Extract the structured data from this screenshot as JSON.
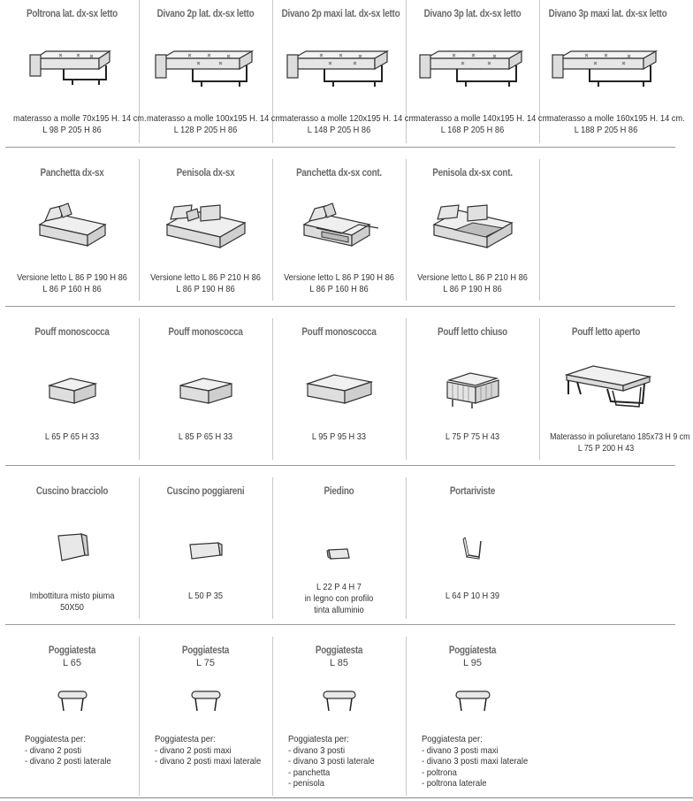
{
  "rows": [
    {
      "cells": [
        {
          "title": "Poltrona lat. dx-sx letto",
          "lines": [
            "materasso a molle 70x195 H. 14 cm.",
            "L 98 P 205 H 86"
          ]
        },
        {
          "title": "Divano 2p lat. dx-sx letto",
          "lines": [
            "materasso a molle 100x195 H. 14 cm.",
            "L 128 P 205 H 86"
          ]
        },
        {
          "title": "Divano 2p maxi lat. dx-sx letto",
          "lines": [
            "materasso a molle 120x195 H. 14 cm.",
            "L 148 P 205 H 86"
          ]
        },
        {
          "title": "Divano 3p lat. dx-sx letto",
          "lines": [
            "materasso a molle 140x195 H. 14 cm.",
            "L 168 P 205 H 86"
          ]
        },
        {
          "title": "Divano 3p maxi lat. dx-sx letto",
          "lines": [
            "materasso a molle 160x195 H. 14 cm.",
            "L 188 P 205 H 86"
          ]
        }
      ]
    },
    {
      "cells": [
        {
          "title": "Panchetta dx-sx",
          "lines": [
            "Versione letto L 86 P 190 H 86",
            "L 86 P 160 H 86"
          ]
        },
        {
          "title": "Penisola dx-sx",
          "lines": [
            "Versione letto L 86 P 210 H 86",
            "L 86 P 190 H 86"
          ]
        },
        {
          "title": "Panchetta dx-sx cont.",
          "lines": [
            "Versione letto L 86 P 190 H 86",
            "L 86 P 160 H 86"
          ]
        },
        {
          "title": "Penisola dx-sx cont.",
          "lines": [
            "Versione letto L 86 P 210 H 86",
            "L 86 P 190 H 86"
          ]
        }
      ]
    },
    {
      "cells": [
        {
          "title": "Pouff monoscocca",
          "lines": [
            "L 65 P 65 H 33"
          ]
        },
        {
          "title": "Pouff monoscocca",
          "lines": [
            "L 85 P 65 H 33"
          ]
        },
        {
          "title": "Pouff monoscocca",
          "lines": [
            "L 95 P 95 H 33"
          ]
        },
        {
          "title": "Pouff letto chiuso",
          "lines": [
            "L 75 P 75 H 43"
          ]
        },
        {
          "title": "Pouff letto aperto",
          "lines": [
            "Materasso in poliuretano 185x73  H 9 cm",
            "L 75 P 200 H 43"
          ]
        }
      ]
    },
    {
      "cells": [
        {
          "title": "Cuscino bracciolo",
          "lines": [
            "Imbottitura misto piuma",
            "50X50"
          ]
        },
        {
          "title": "Cuscino poggiareni",
          "lines": [
            "L 50 P 35"
          ]
        },
        {
          "title": "Piedino",
          "lines": [
            "L 22 P 4 H 7",
            "in legno con profilo",
            "tinta alluminio"
          ]
        },
        {
          "title": "Portariviste",
          "lines": [
            "L 64 P 10 H 39"
          ]
        }
      ]
    },
    {
      "cells": [
        {
          "title": "Poggiatesta",
          "subtitle": "L 65",
          "intro": "Poggiatesta per:",
          "lines": [
            "- divano 2 posti",
            "- divano 2 posti laterale"
          ]
        },
        {
          "title": "Poggiatesta",
          "subtitle": "L 75",
          "intro": "Poggiatesta per:",
          "lines": [
            "- divano 2 posti maxi",
            "- divano 2 posti maxi laterale"
          ]
        },
        {
          "title": "Poggiatesta",
          "subtitle": "L 85",
          "intro": "Poggiatesta per:",
          "lines": [
            "- divano 3 posti",
            "- divano 3 posti laterale",
            "- panchetta",
            "- penisola"
          ]
        },
        {
          "title": "Poggiatesta",
          "subtitle": "L 95",
          "intro": "Poggiatesta per:",
          "lines": [
            "- divano 3 posti maxi",
            "- divano 3 posti maxi laterale",
            "- poltrona",
            "- poltrona laterale"
          ]
        }
      ]
    }
  ]
}
